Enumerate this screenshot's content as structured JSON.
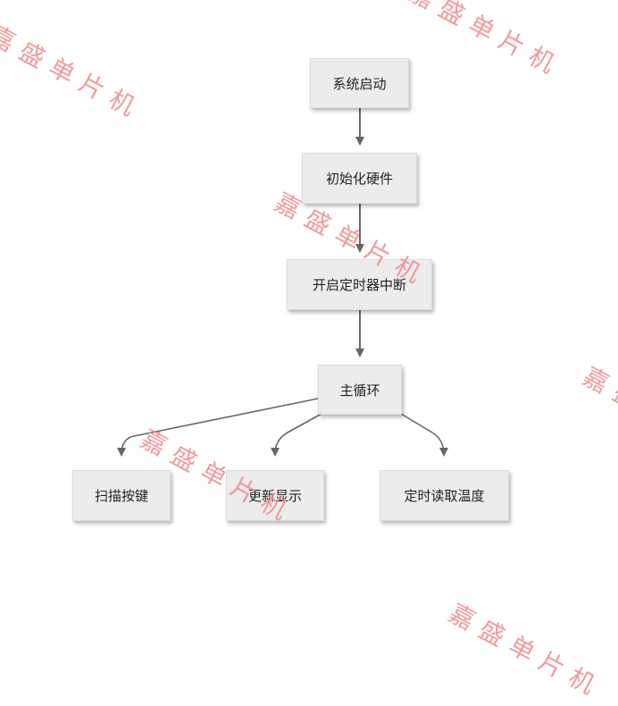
{
  "nodes": {
    "start": "系统启动",
    "init": "初始化硬件",
    "timer": "开启定时器中断",
    "main_loop": "主循环",
    "scan_keys": "扫描按键",
    "update_display": "更新显示",
    "read_temp": "定时读取温度"
  },
  "watermark": "嘉盛单片机",
  "colors": {
    "node_fill": "#ececec",
    "edge": "#666666",
    "watermark": "#f08a8a"
  }
}
